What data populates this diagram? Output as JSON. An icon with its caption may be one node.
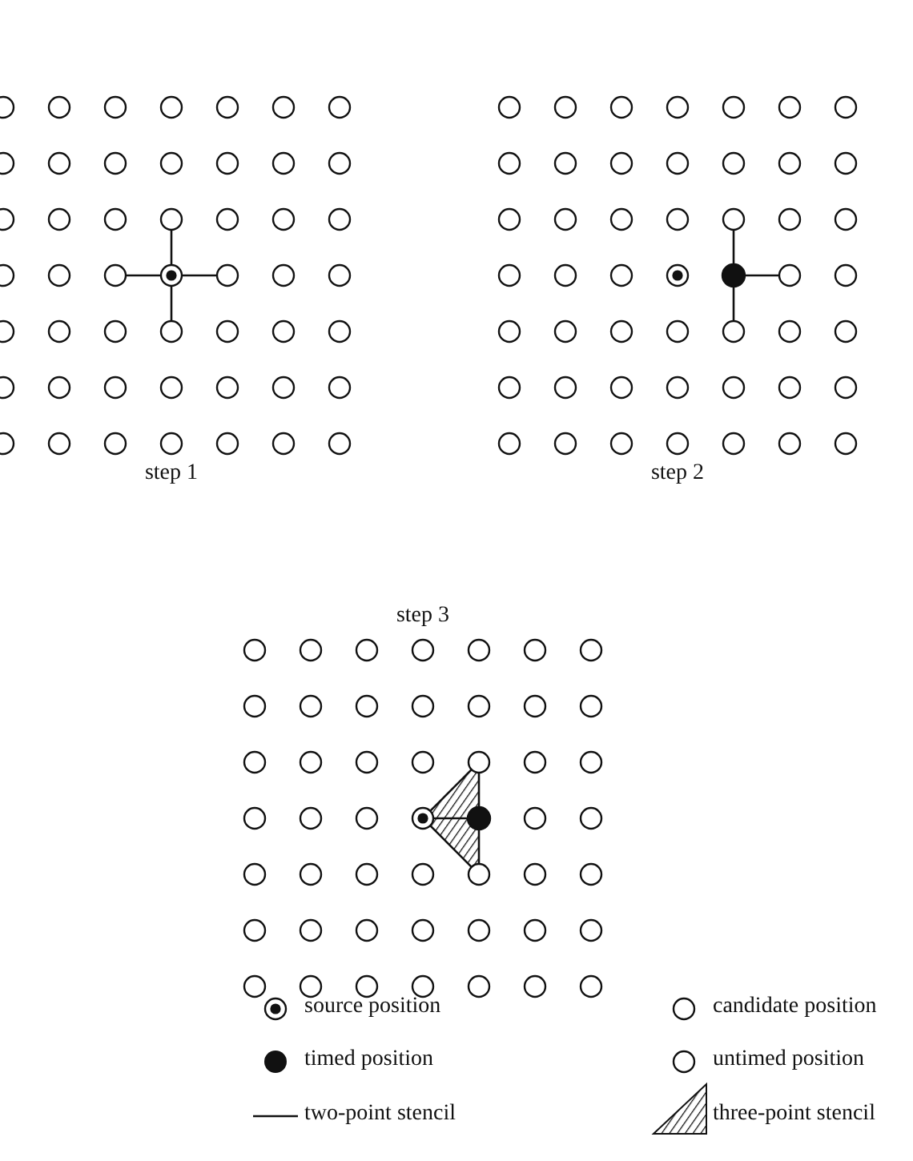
{
  "diagram": {
    "nodes": [
      {
        "text": [],
        "shape": "circle"
      },
      {
        "text": [],
        "shape": "circle"
      },
      {
        "text": [],
        "shape": "circle"
      },
      {
        "text": [],
        "shape": "circle"
      },
      {
        "text": [],
        "shape": "circle"
      },
      {
        "text": [],
        "shape": "circle"
      },
      {
        "text": [],
        "shape": "circle"
      },
      {
        "text": [],
        "shape": "circle"
      },
      {
        "text": [],
        "shape": "circle"
      },
      {
        "text": [],
        "shape": "circle"
      },
      {
        "text": [],
        "shape": "circle"
      },
      {
        "text": [],
        "shape": "circle"
      },
      {
        "text": [],
        "shape": "circle"
      },
      {
        "text": [],
        "shape": "circle"
      }
    ],
    "edges": [
      {
        "from": 2,
        "to": 0,
        "arrow": "none"
      },
      {
        "from": 2,
        "to": 1,
        "arrow": "none"
      },
      {
        "from": 2,
        "to": 3,
        "arrow": "none"
      },
      {
        "from": 2,
        "to": 4,
        "arrow": "none"
      },
      {
        "from": 7,
        "to": 5,
        "arrow": "none"
      },
      {
        "from": 7,
        "to": 8,
        "arrow": "none"
      },
      {
        "from": 7,
        "to": 9,
        "arrow": "none"
      },
      {
        "from": 11,
        "to": 10,
        "arrow": "none"
      },
      {
        "from": 11,
        "to": 12,
        "arrow": "none"
      },
      {
        "from": 11,
        "to": 13,
        "arrow": "none"
      },
      {
        "from": 10,
        "to": 12,
        "arrow": "none"
      },
      {
        "from": 12,
        "to": 13,
        "arrow": "none"
      }
    ],
    "labels": [
      "step 1",
      "step 2",
      "step 3"
    ],
    "legend": [
      {
        "text": "source position"
      },
      {
        "text": "candidate position"
      },
      {
        "text": "timed position"
      },
      {
        "text": "untimed position"
      },
      {
        "text": "two-point stencil"
      },
      {
        "text": "three-point stencil"
      }
    ]
  }
}
